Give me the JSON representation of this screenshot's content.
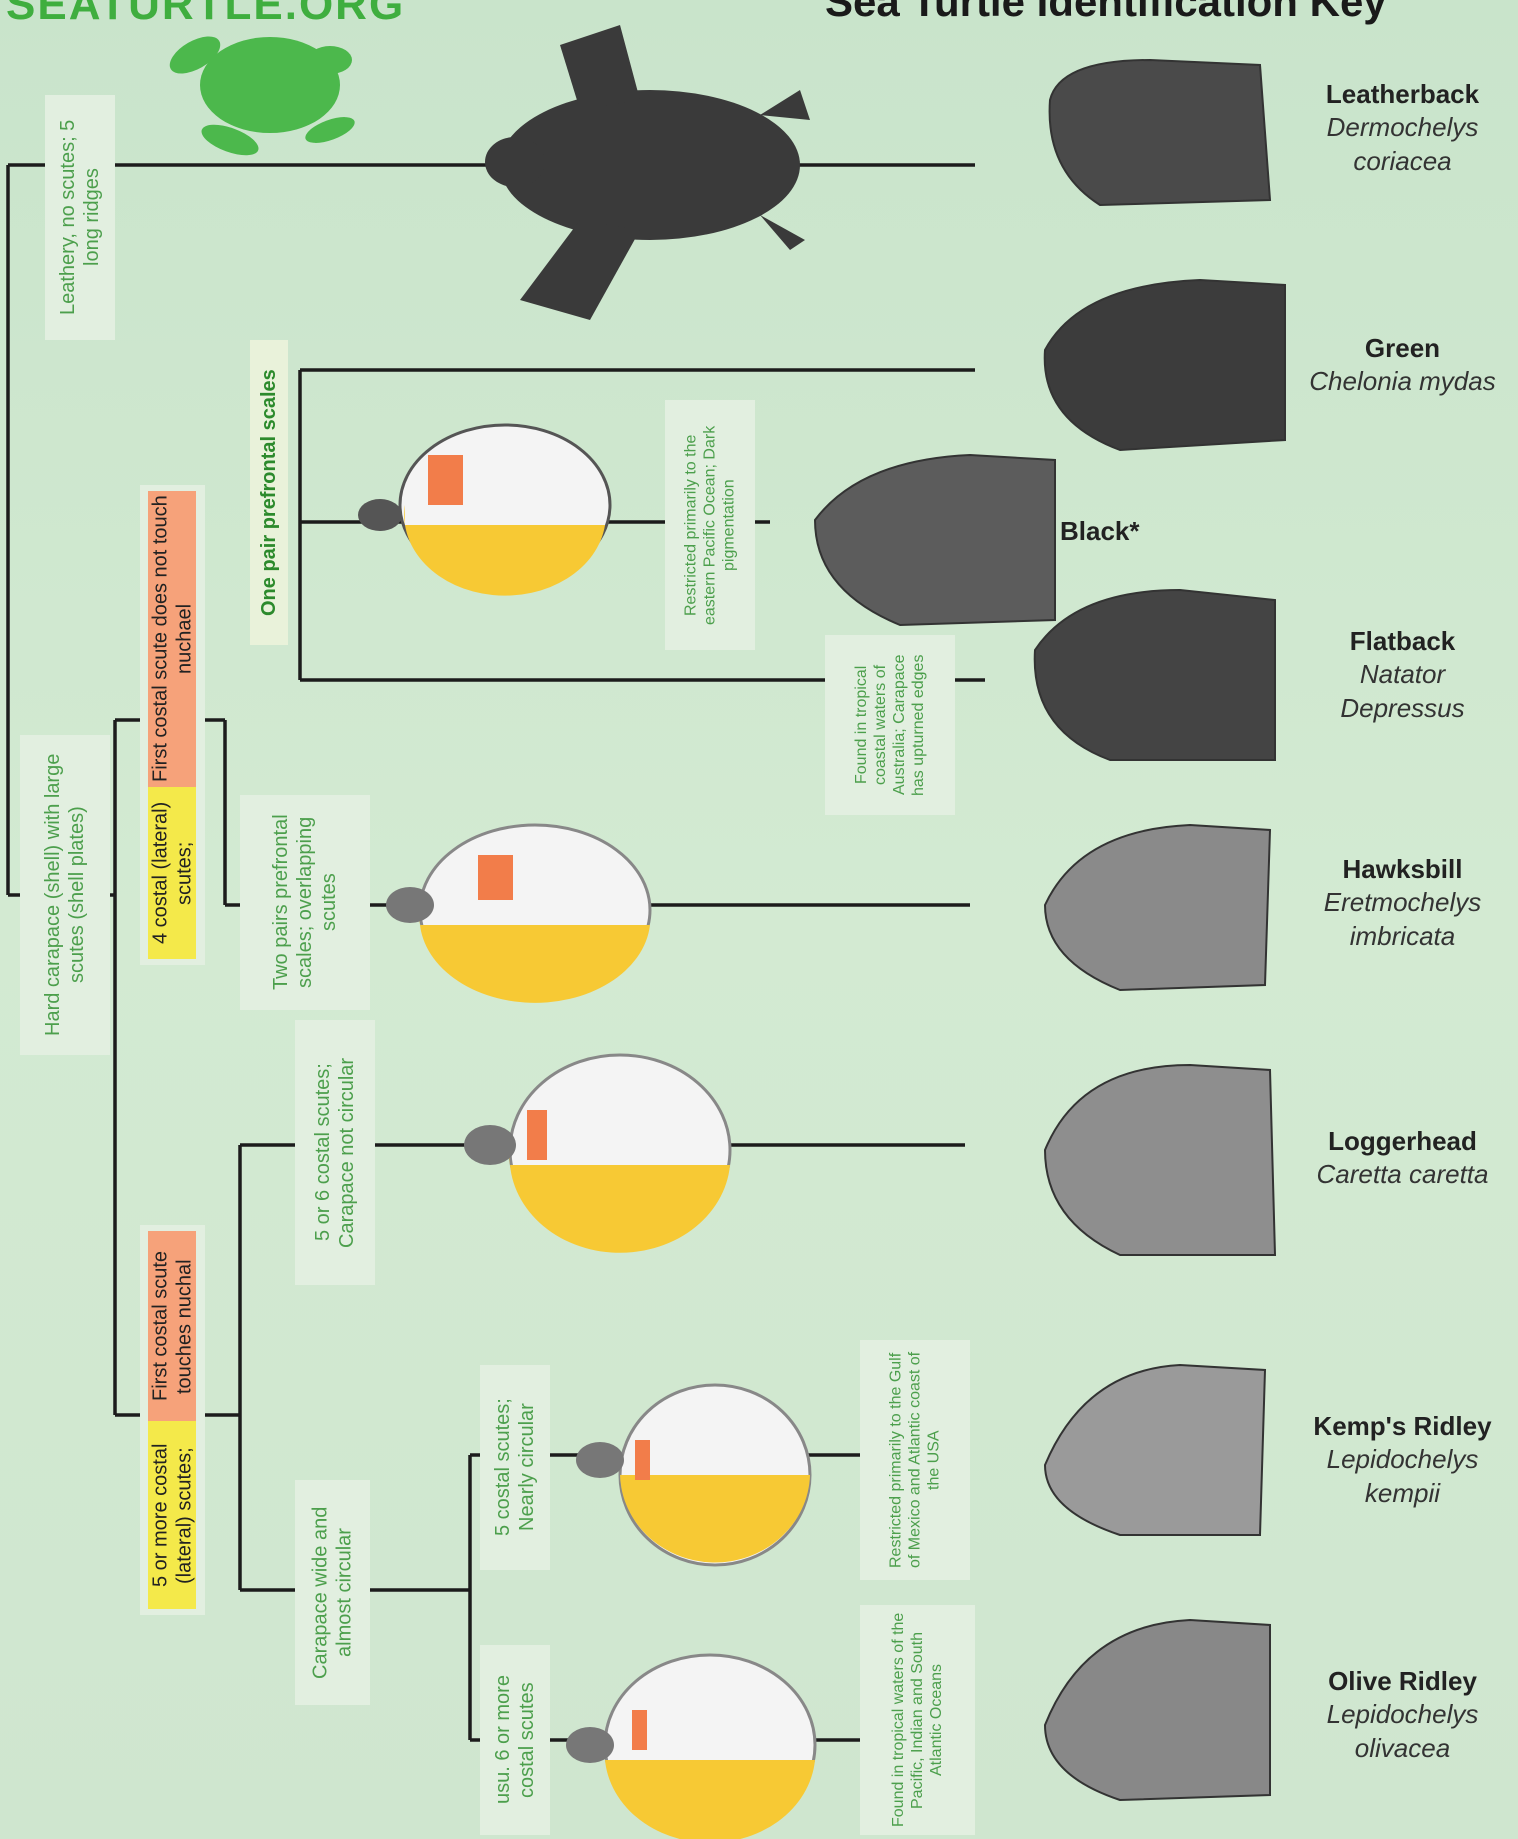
{
  "header": {
    "brand": "SEATURTLE.ORG",
    "title": "Sea Turtle Identification Key"
  },
  "key_labels": {
    "leathery": "Leathery, no scutes; 5 long ridges",
    "hard": "Hard carapace (shell) with large scutes (shell plates)",
    "four_costal_a": "4 costal (lateral) scutes;",
    "four_costal_b": "First costal scute does not touch nuchael",
    "five_costal_a": "5 or more costal (lateral) scutes;",
    "five_costal_b": "First costal scute touches nuchal",
    "one_pair": "One pair prefrontal scales",
    "two_pairs": "Two pairs prefrontal scales; overlapping scutes",
    "five_six": "5 or 6 costal scutes; Carapace not circular",
    "wide": "Carapace wide and almost circular",
    "five_nearly": "5 costal scutes; Nearly circular",
    "usu_six": "usu. 6 or more costal scutes",
    "black_note": "Restricted primarily to the eastern Pacific Ocean; Dark pigmentation",
    "flatback_note": "Found in tropical coastal waters of Australia; Carapace has upturned edges",
    "kemps_note": "Restricted primarily to the Gulf of Mexico and Atlantic coast of the USA",
    "olive_note": "Found in tropical waters of the Pacific, Indian and South Atlantic Oceans"
  },
  "species": [
    {
      "common": "Leatherback",
      "scientific_1": "Dermochelys",
      "scientific_2": "coriacea"
    },
    {
      "common": "Green",
      "scientific_1": "Chelonia mydas",
      "scientific_2": ""
    },
    {
      "common": "Black*",
      "scientific_1": "",
      "scientific_2": ""
    },
    {
      "common": "Flatback",
      "scientific_1": "Natator",
      "scientific_2": "Depressus"
    },
    {
      "common": "Hawksbill",
      "scientific_1": "Eretmochelys",
      "scientific_2": "imbricata"
    },
    {
      "common": "Loggerhead",
      "scientific_1": "Caretta caretta",
      "scientific_2": ""
    },
    {
      "common": "Kemp's Ridley",
      "scientific_1": "Lepidochelys",
      "scientific_2": "kempii"
    },
    {
      "common": "Olive Ridley",
      "scientific_1": "Lepidochelys",
      "scientific_2": "olivacea"
    }
  ],
  "colors": {
    "line": "#1c1c1c",
    "label_text": "#4c9f4c",
    "scute_yellow": "#f7c934",
    "scute_orange": "#f27d4a",
    "head_fill": "#6a6a6a"
  }
}
